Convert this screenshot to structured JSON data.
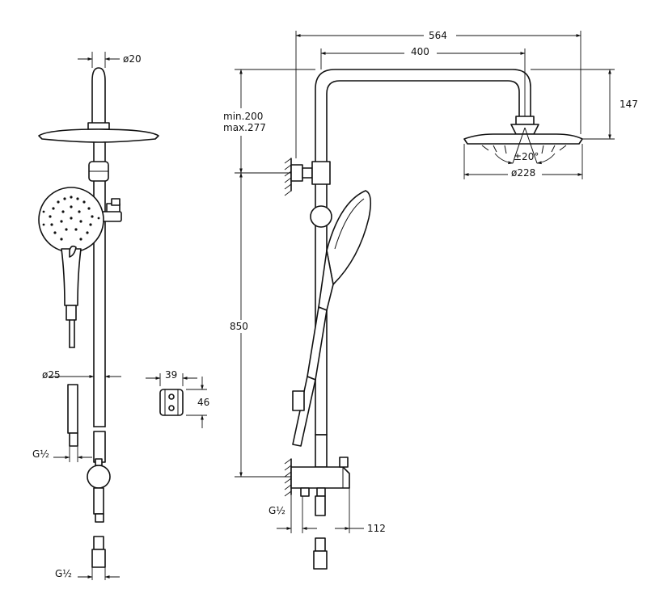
{
  "dimensions": {
    "pipe_diameter": "ø20",
    "arm_overall": "564",
    "arm_reach": "400",
    "head_drop": "147",
    "head_height_min": "min.200",
    "head_height_max": "max.277",
    "tilt": "±20°",
    "head_diameter": "ø228",
    "rail_height": "850",
    "holder_width": "39",
    "holder_height": "46",
    "hose_diameter": "ø25",
    "thread_side": "G½",
    "thread_bottom": "G½",
    "thread_main": "G½",
    "valve_depth": "112"
  }
}
